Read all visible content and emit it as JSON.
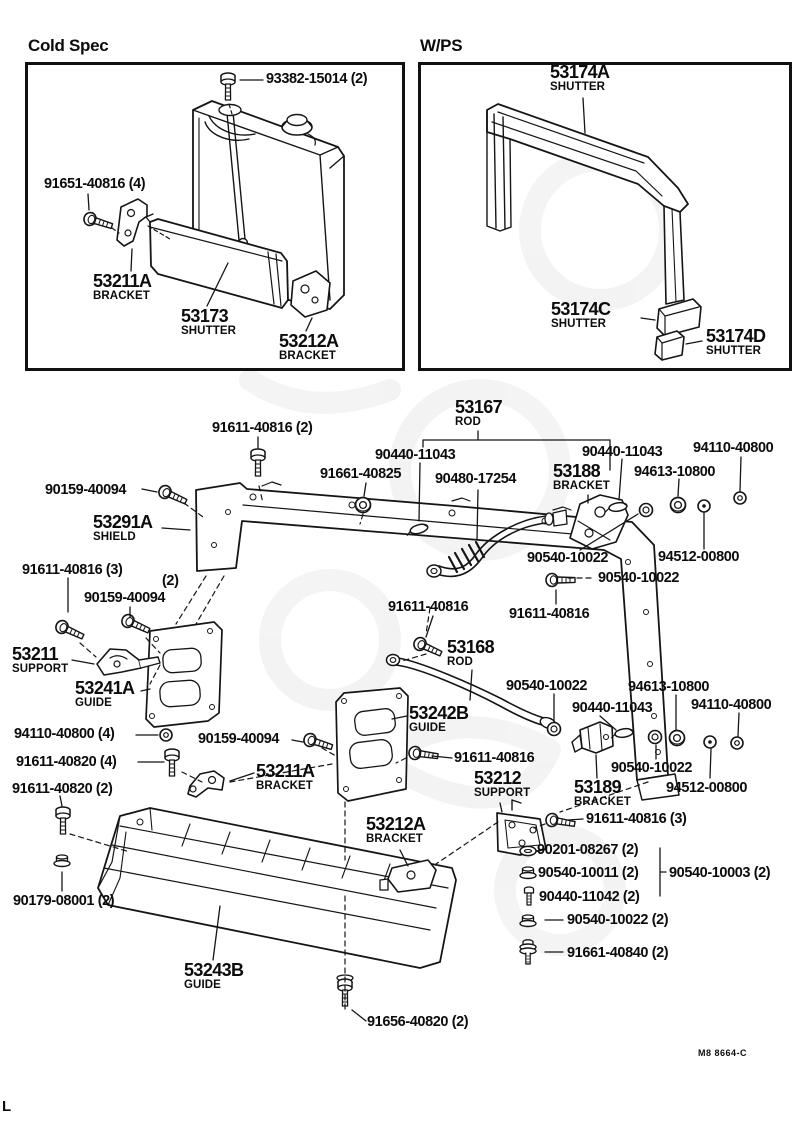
{
  "page": {
    "corner_mark": "L",
    "footer_code": "M8 8664-C"
  },
  "cold_spec": {
    "title": "Cold Spec",
    "bolt_top": "93382-15014 (2)",
    "bolt_left": "91651-40816 (4)",
    "bracket_left": {
      "num": "53211A",
      "name": "BRACKET"
    },
    "shutter": {
      "num": "53173",
      "name": "SHUTTER"
    },
    "bracket_right": {
      "num": "53212A",
      "name": "BRACKET"
    }
  },
  "wps": {
    "title": "W/PS",
    "shutter_a": {
      "num": "53174A",
      "name": "SHUTTER"
    },
    "shutter_c": {
      "num": "53174C",
      "name": "SHUTTER"
    },
    "shutter_d": {
      "num": "53174D",
      "name": "SHUTTER"
    }
  },
  "main": {
    "bolt_shield_top": "91611-40816 (2)",
    "clip_shield_left": "90159-40094",
    "shield": {
      "num": "53291A",
      "name": "SHIELD"
    },
    "rod_upper": {
      "num": "53167",
      "name": "ROD"
    },
    "clip_rod_upper": "90440-11043",
    "grommet_shield": "91661-40825",
    "spring_rod_upper": "90480-17254",
    "bracket_rod_upper": {
      "num": "53188",
      "name": "BRACKET"
    },
    "clip_right_upper": "90440-11043",
    "grommet_right_upper": "94613-10800",
    "washer_right_upper": "94110-40800",
    "nut_right_upper_1": "90540-10022",
    "screw_right_upper": "94512-00800",
    "nut_right_upper_2": "90540-10022",
    "bolt_left_3": "91611-40816 (3)",
    "qty_note": "(2)",
    "clip_left_2": "90159-40094",
    "support_left": {
      "num": "53211",
      "name": "SUPPORT"
    },
    "guide_left": {
      "num": "53241A",
      "name": "GUIDE"
    },
    "bolt_mid_left": "91611-40816",
    "bolt_mid_right": "91611-40816",
    "rod_lower": {
      "num": "53168",
      "name": "ROD"
    },
    "nut_rod_lower": "90540-10022",
    "grommet_right_lower": "94613-10800",
    "clip_right_lower": "90440-11043",
    "washer_right_lower": "94110-40800",
    "clip_guide_center": "90159-40094",
    "guide_center": {
      "num": "53242B",
      "name": "GUIDE"
    },
    "washer_left_4": "94110-40800 (4)",
    "bolt_left_4": "91611-40820 (4)",
    "bolt_left_2": "91611-40820 (2)",
    "bolt_guide_center": "91611-40816",
    "bracket_center": {
      "num": "53211A",
      "name": "BRACKET"
    },
    "nut_right_lower": "90540-10022",
    "support_right": {
      "num": "53212",
      "name": "SUPPORT"
    },
    "bracket_right_lower": {
      "num": "53189",
      "name": "BRACKET"
    },
    "screw_right_lower": "94512-00800",
    "bolt_support_3": "91611-40816 (3)",
    "bracket_bottom": {
      "num": "53212A",
      "name": "BRACKET"
    },
    "list_row1": "90201-08267 (2)",
    "list_row2": "90540-10011 (2)",
    "list_row2b": "90540-10003 (2)",
    "list_row3": "90440-11042 (2)",
    "list_row4": "90540-10022 (2)",
    "list_row5": "91661-40840 (2)",
    "bolt_bottom_left": "90179-08001 (2)",
    "guide_bottom": {
      "num": "53243B",
      "name": "GUIDE"
    },
    "bolt_bottom_center": "91656-40820 (2)"
  }
}
